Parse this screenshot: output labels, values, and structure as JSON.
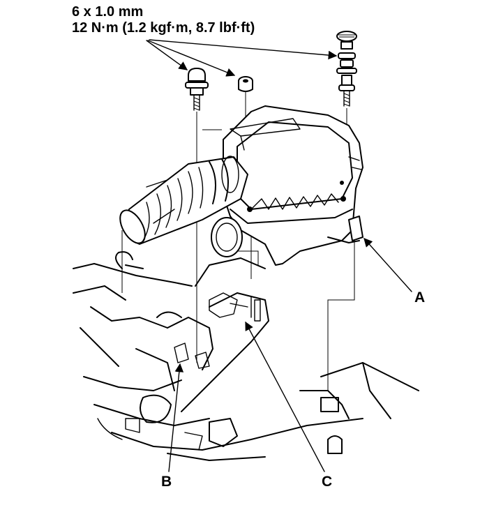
{
  "spec": {
    "bolt_size": "6 x 1.0 mm",
    "torque": "12 N·m (1.2 kgf·m, 8.7 lbf·ft)"
  },
  "callouts": {
    "a": "A",
    "b": "B",
    "c": "C"
  },
  "colors": {
    "ink": "#000000",
    "paper": "#ffffff"
  }
}
